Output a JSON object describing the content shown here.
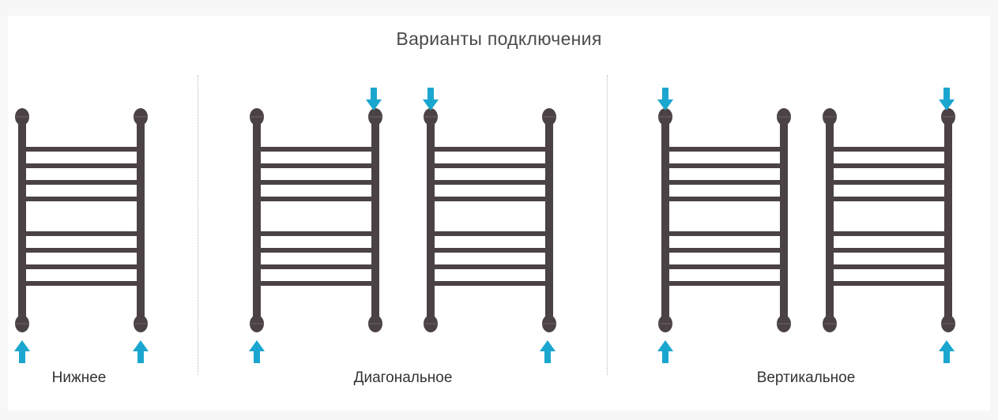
{
  "title": "Варианты подключения",
  "captions": {
    "bottom": "Нижнее",
    "diagonal": "Диагональное",
    "vertical": "Вертикальное"
  },
  "colors": {
    "pipe": "#4a4244",
    "arrow": "#1aa6cf",
    "text": "#333333"
  },
  "icons": [
    "arrow-up-icon",
    "arrow-down-icon",
    "towel-rail-icon"
  ]
}
